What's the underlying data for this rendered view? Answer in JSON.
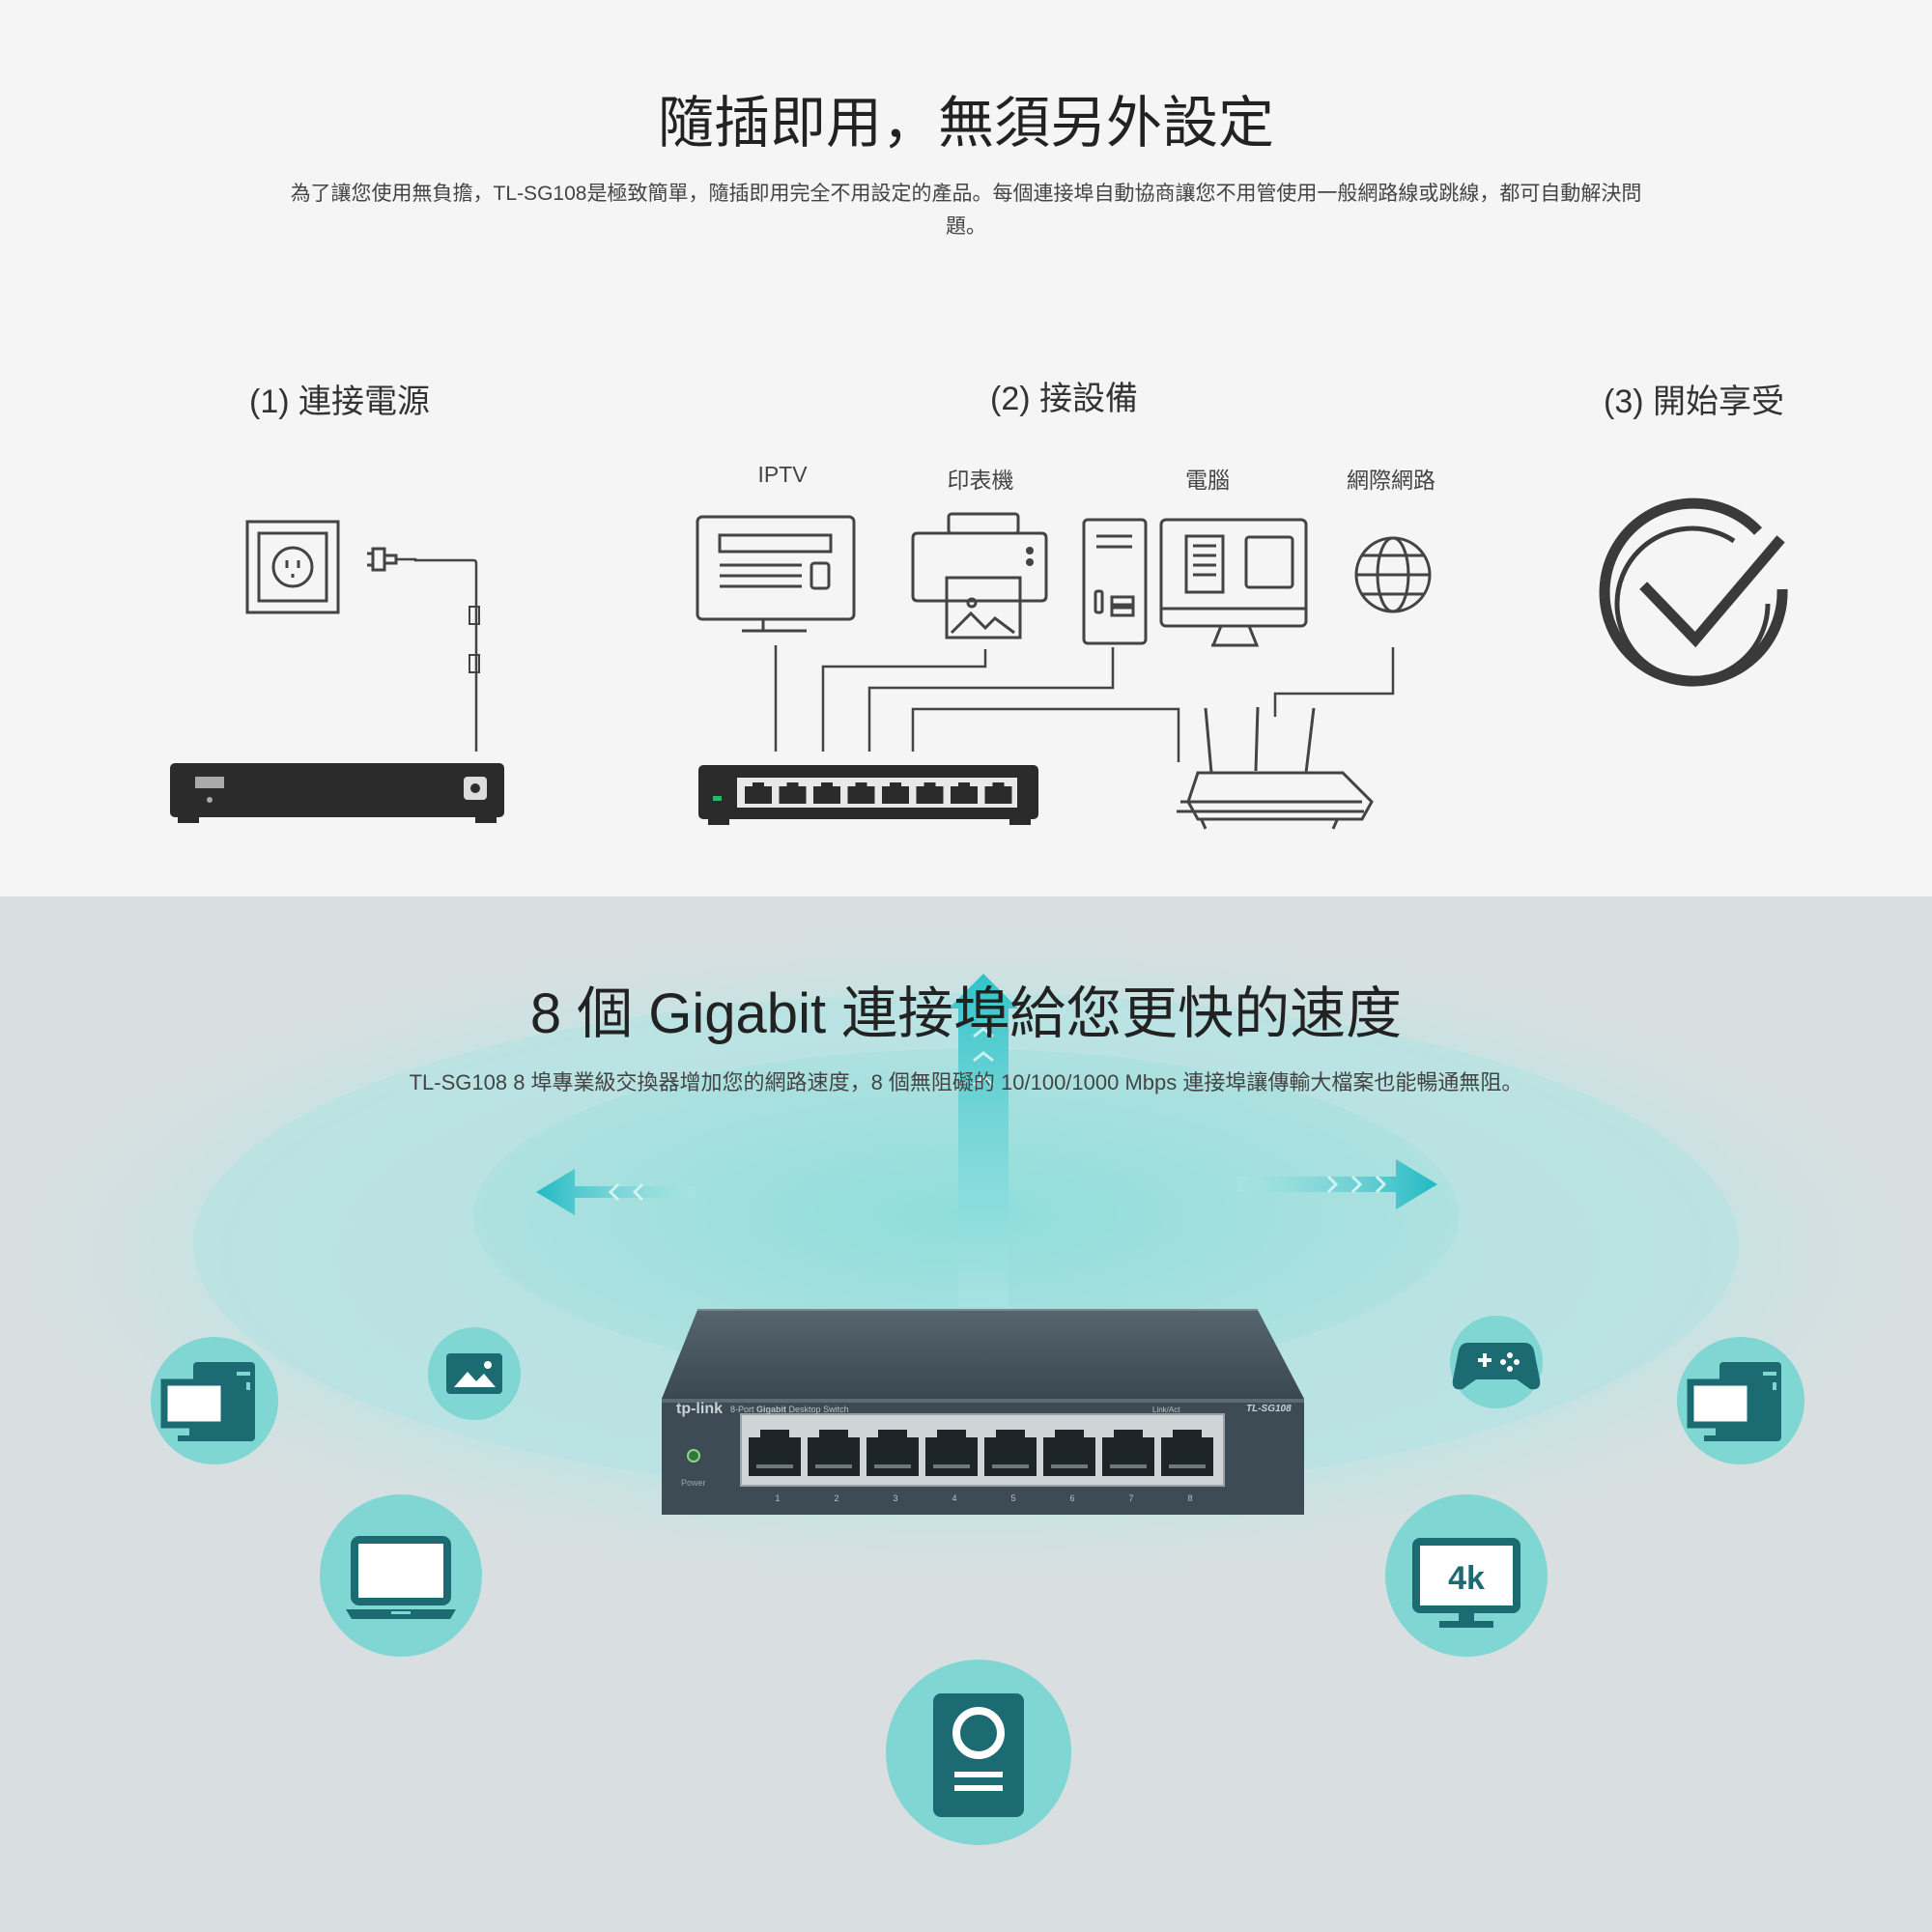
{
  "section1": {
    "title": "隨插即用，無須另外設定",
    "description_line1": "為了讓您使用無負擔，TL-SG108是極致簡單，隨插即用完全不用設定的產品。每個連接埠自動協商讓您不用管使用一般網路線或跳線，都可自動解決問",
    "description_line2": "題。",
    "steps": [
      "(1) 連接電源",
      "(2) 接設備",
      "(3) 開始享受"
    ],
    "device_labels": [
      "IPTV",
      "印表機",
      "電腦",
      "網際網路"
    ]
  },
  "section2": {
    "title": "8 個 Gigabit 連接埠給您更快的速度",
    "description": "TL-SG108 8 埠專業級交換器增加您的網路速度，8 個無阻礙的 10/100/1000 Mbps 連接埠讓傳輸大檔案也能暢通無阻。",
    "switch": {
      "brand": "tp-link",
      "subtitle_prefix": "8-Port",
      "subtitle_bold": "Gigabit",
      "subtitle_suffix": "Desktop Switch",
      "model": "TL-SG108",
      "linkact": "Link/Act",
      "power": "Power",
      "port_numbers": [
        "1",
        "2",
        "3",
        "4",
        "5",
        "6",
        "7",
        "8"
      ]
    },
    "tv_badge": "4k",
    "colors": {
      "accent": "#7fd6d2",
      "icon_dark": "#1d6b72",
      "switch_body": "#3d4b54"
    }
  }
}
